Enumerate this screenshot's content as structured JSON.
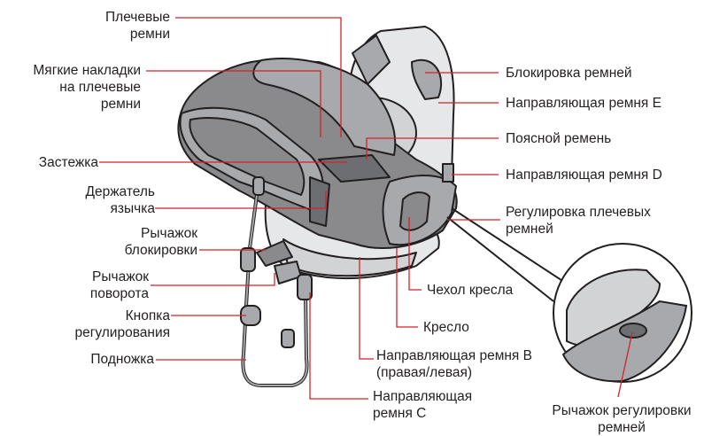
{
  "colors": {
    "leader_line": "#d2232a",
    "outline": "#231f20",
    "seat_dark": "#8a8a8c",
    "seat_mid": "#a7a9ac",
    "seat_light": "#d1d3d4",
    "base_light": "#e6e7e8"
  },
  "labels": {
    "shoulder_straps": [
      "Плечевые",
      "ремни"
    ],
    "shoulder_pads": [
      "Мягкие накладки",
      "на плечевые",
      "ремни"
    ],
    "buckle": [
      "Застежка"
    ],
    "tongue_holder": [
      "Держатель",
      "язычка"
    ],
    "lock_lever": [
      "Рычажок",
      "блокировки"
    ],
    "rotation_lever": [
      "Рычажок",
      "поворота"
    ],
    "adjust_button": [
      "Кнопка",
      "регулирования"
    ],
    "footrest": [
      "Подножка"
    ],
    "strap_lock": [
      "Блокировка ремней"
    ],
    "strap_guide_e": [
      "Направляющая ремня E"
    ],
    "lap_belt": [
      "Поясной ремень"
    ],
    "strap_guide_d": [
      "Направляющая ремня D"
    ],
    "shoulder_adjust": [
      "Регулировка плечевых",
      "ремней"
    ],
    "seat_cover": [
      "Чехол кресла"
    ],
    "seat": [
      "Кресло"
    ],
    "strap_guide_b": [
      "Направляющая ремня B",
      "(правая/левая)"
    ],
    "strap_guide_c": [
      "Направляющая",
      "ремня C"
    ],
    "adjust_lever": [
      "Рычажок регулировки",
      "ремней"
    ]
  }
}
